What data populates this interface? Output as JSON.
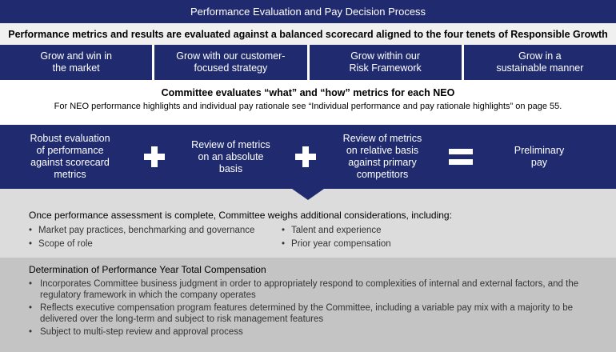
{
  "banner": {
    "title": "Performance Evaluation and Pay Decision Process"
  },
  "subhead": {
    "text": "Performance metrics and results are evaluated against a balanced scorecard aligned to the four tenets of Responsible Growth"
  },
  "tenets": [
    {
      "label": "Grow and win in\nthe market"
    },
    {
      "label": "Grow with our customer-\nfocused strategy"
    },
    {
      "label": "Grow within our\nRisk Framework"
    },
    {
      "label": "Grow in a\nsustainable manner"
    }
  ],
  "committee": {
    "title": "Committee evaluates “what” and “how” metrics for each NEO",
    "note": "For NEO performance highlights and individual pay rationale see “Individual performance and pay rationale highlights” on page 55."
  },
  "equation": {
    "term1": "Robust evaluation\nof performance\nagainst scorecard\nmetrics",
    "plus": "+",
    "term2": "Review of metrics\non an absolute\nbasis",
    "term3": "Review of metrics\non relative basis\nagainst primary\ncompetitors",
    "equals": "=",
    "result": "Preliminary\npay"
  },
  "considerations": {
    "title": "Once performance assessment is complete, Committee weighs additional considerations, including:",
    "left": [
      "Market pay practices, benchmarking and governance",
      "Scope of role"
    ],
    "right": [
      "Talent and experience",
      "Prior year compensation"
    ]
  },
  "determination": {
    "title": "Determination of Performance Year Total Compensation",
    "items": [
      "Incorporates Committee business judgment in order to appropriately respond to complexities of internal and external factors, and the regulatory framework in which the company operates",
      "Reflects executive compensation program features determined by the Committee, including a variable pay mix with a majority to be delivered over the long-term and subject to risk management features",
      "Subject to multi-step review and approval process"
    ]
  },
  "colors": {
    "navy": "#202a6e",
    "light_gray": "#dcdcdc",
    "mid_gray": "#c4c4c4"
  }
}
